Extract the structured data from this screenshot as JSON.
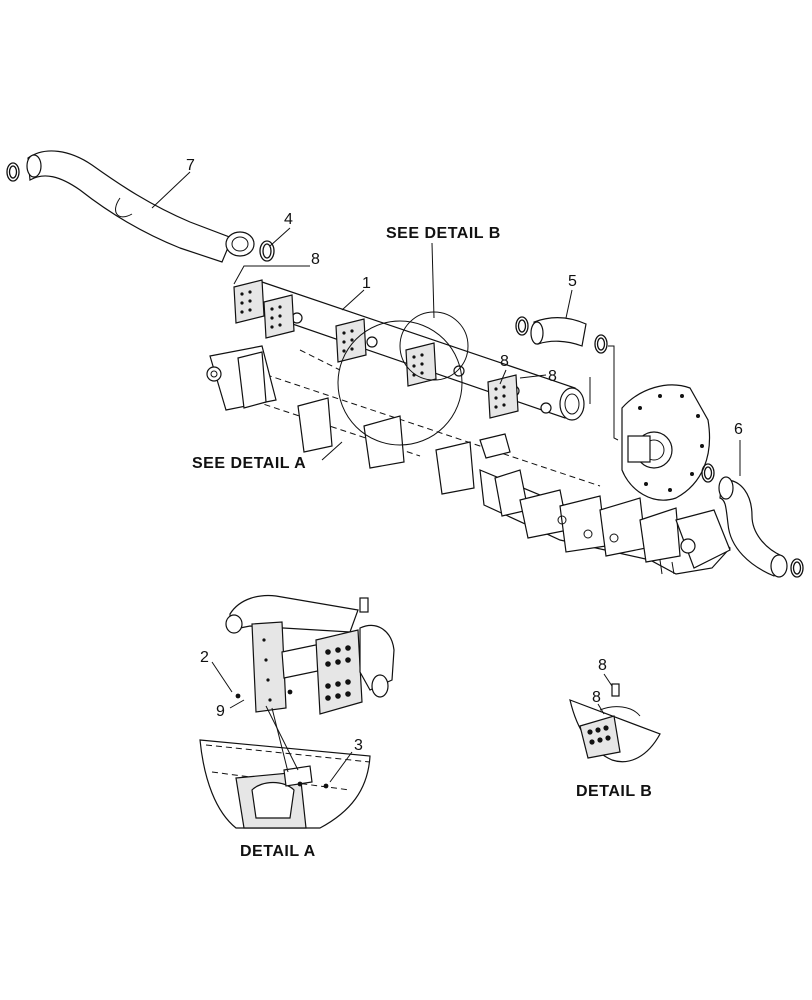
{
  "callouts": {
    "c1": "1",
    "c2": "2",
    "c3": "3",
    "c4": "4",
    "c5": "5",
    "c6": "6",
    "c7": "7",
    "c8_top": "8",
    "c8_mid_a": "8",
    "c8_mid_b": "8",
    "c8_detail_b_top": "8",
    "c8_detail_b_inner": "8",
    "c9": "9"
  },
  "references": {
    "see_detail_a": "SEE DETAIL  A",
    "see_detail_b": "SEE DETAIL  B"
  },
  "details": {
    "detail_a": "DETAIL  A",
    "detail_b": "DETAIL  B"
  }
}
